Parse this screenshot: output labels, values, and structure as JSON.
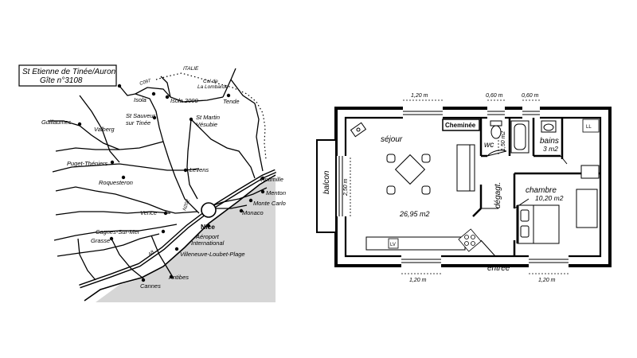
{
  "map": {
    "title_line1": "St Etienne de Tinée/Auron",
    "title_line2": "Gîte n°3108",
    "country": "ITALIE",
    "pass_line1": "Col de",
    "pass_line2": "La Lombarde",
    "roads": {
      "c097": "C097",
      "n202": "N202",
      "a8": "A8"
    },
    "places": {
      "isola": "Isola",
      "isola2000": "Isola 2000",
      "tende": "Tende",
      "guillaumes": "Guillaumes",
      "valberg": "Valberg",
      "stsauveur1": "St Sauveur",
      "stsauveur2": "sur Tinée",
      "stmartin1": "St Martin",
      "stmartin2": "Vésubie",
      "puget": "Puget-Théniers",
      "roquesteron": "Roquesteron",
      "levens": "Levens",
      "vintimille": "Vintimille",
      "menton": "Menton",
      "montecarlo": "Monte Carlo",
      "monaco": "Monaco",
      "vence": "Vence",
      "cagnes": "Cagnes-Sur-Mer",
      "nice": "Nice",
      "aeroport1": "Aéroport",
      "aeroport2": "International",
      "villeneuve": "Villeneuve-Loubet-Plage",
      "grasse": "Grasse",
      "antibes": "Antibes",
      "cannes": "Cannes"
    }
  },
  "plan": {
    "dim_top_left": "1,20 m",
    "dim_top_wc": "0,60 m",
    "dim_top_bains": "0,60 m",
    "dim_bottom_left": "1,20 m",
    "dim_bottom_right": "1,20 m",
    "dim_vertical": "2,50 m",
    "dim_wc": "1,50 m2",
    "sejour": "séjour",
    "sejour_area": "26,95 m2",
    "cheminee": "Cheminée",
    "balcon": "balcon",
    "wc": "wc",
    "bains": "bains",
    "bains_area": "3 m2",
    "ll": "LL",
    "lv": "LV",
    "degagt": "dégagt.",
    "chambre": "chambre",
    "chambre_area": "10,20 m2",
    "entree": "entrée"
  }
}
